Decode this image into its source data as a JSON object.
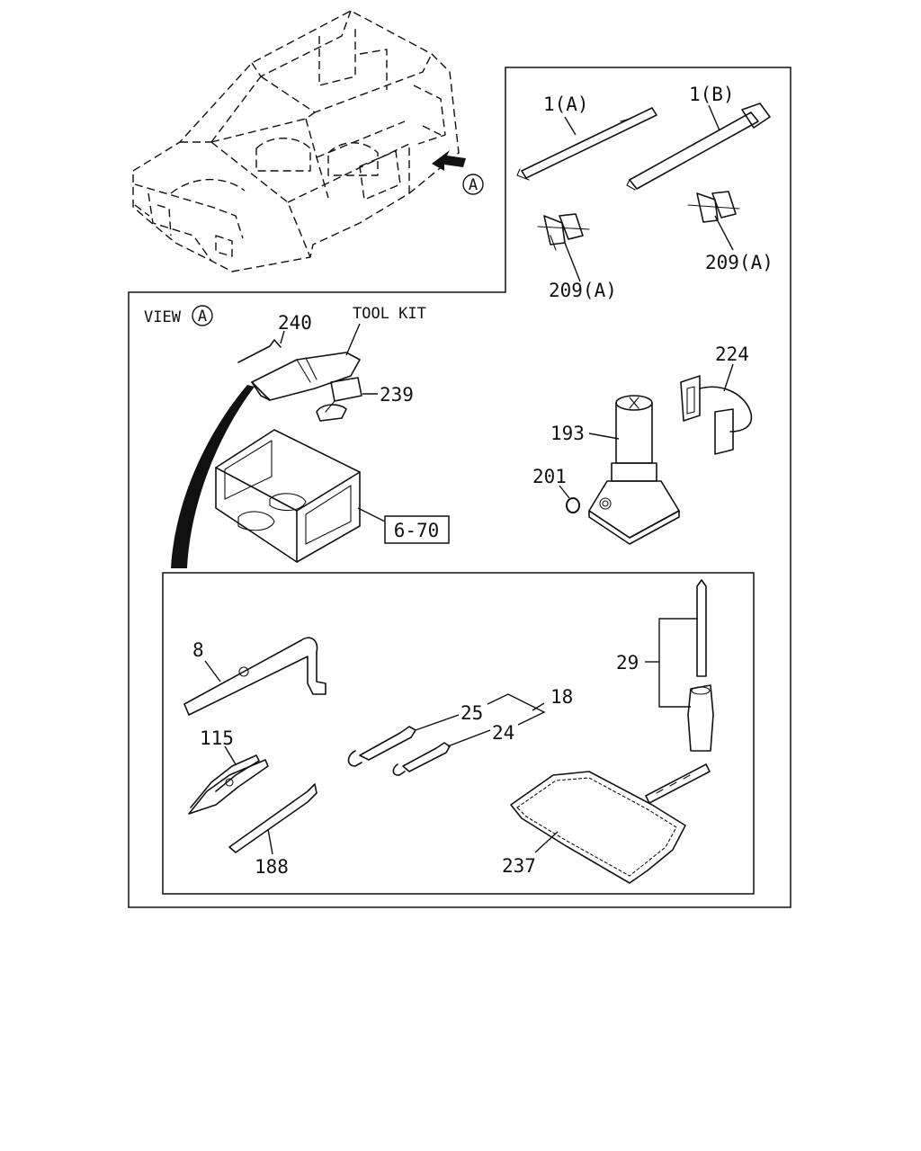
{
  "view_label": "VIEW",
  "view_marker": "A",
  "callout_marker": "A",
  "tool_kit_label": "TOOL KIT",
  "ref_box_label": "6-70",
  "parts": {
    "p1a": "1(A)",
    "p1b": "1(B)",
    "p209a_left": "209(A)",
    "p209a_right": "209(A)",
    "p240": "240",
    "p239": "239",
    "p224": "224",
    "p193": "193",
    "p201": "201",
    "p8": "8",
    "p29": "29",
    "p18": "18",
    "p25": "25",
    "p24": "24",
    "p115": "115",
    "p188": "188",
    "p237": "237"
  }
}
